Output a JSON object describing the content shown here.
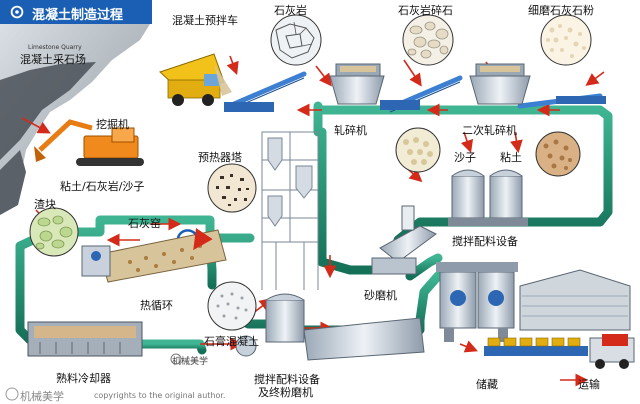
{
  "header": {
    "title": "混凝土制造过程"
  },
  "quarry": {
    "sub_label": "Limestone Quarry",
    "label": "混凝土采石场"
  },
  "labels": {
    "truck": "混凝土预拌车",
    "limestone": "石灰岩",
    "limestone_crushed": "石灰岩碎石",
    "fine_limestone_powder": "细磨石灰石粉",
    "excavator": "挖掘机",
    "crusher": "轧碎机",
    "secondary_crusher": "二次轧碎机",
    "preheater": "预热器塔",
    "sand": "沙子",
    "clay": "粘土",
    "raw_materials": "粘土/石灰岩/沙子",
    "slag": "渣块",
    "lime_kiln": "石灰窑",
    "mixing_equipment_1": "搅拌配料设备",
    "heat_cycle": "热循环",
    "sand_mill": "砂磨机",
    "gypsum_concrete": "石膏混凝土",
    "clinker_cooler": "熟料冷却器",
    "mixing_equipment_2_line1": "搅拌配料设备",
    "mixing_equipment_2_line2": "及终粉磨机",
    "storage": "储藏",
    "transport": "运输"
  },
  "watermark": {
    "main": "机械美学",
    "credit": "copyrights to the original author.",
    "inline": "机械美学"
  },
  "colors": {
    "header_blue": "#1a5fb4",
    "pipe_green": "#1e8f73",
    "flow_arrow": "#d42a1a",
    "conveyor_blue": "#3d7fd0",
    "machine_gray": "#b9c4cf",
    "truck_yellow": "#f2c21b",
    "excavator_orange": "#e77c12"
  }
}
